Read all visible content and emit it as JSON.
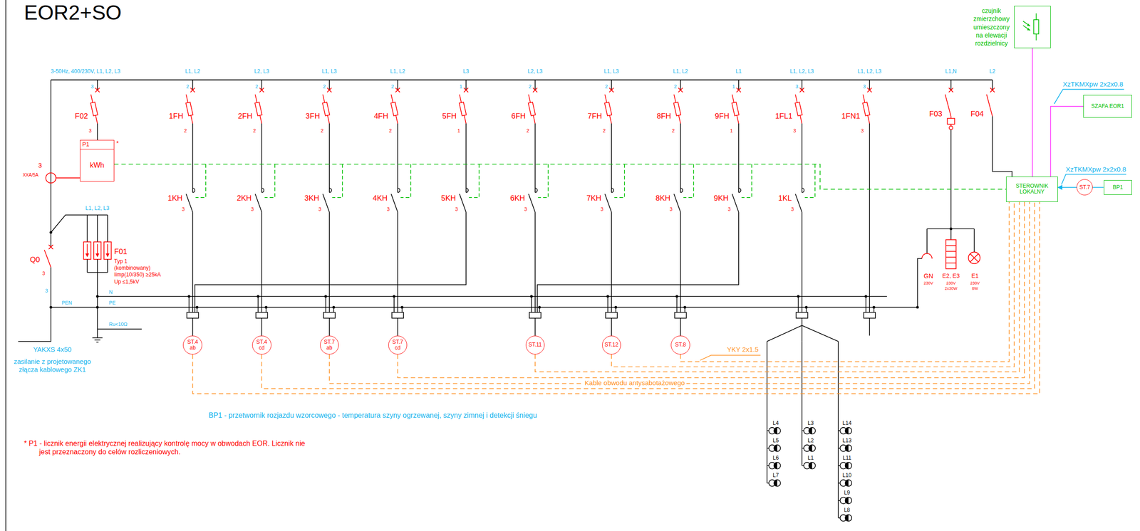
{
  "diagram": {
    "title": "EOR2+SO",
    "nodes": [
      {
        "text": [
          "P1",
          "kWh"
        ]
      },
      {
        "text": [
          "czujnik zmierzchowy umieszczony na elewacji rozdzielnicy"
        ]
      },
      {
        "text": [
          "SZAFA EOR1"
        ]
      },
      {
        "text": [
          "STEROWNIK LOKALNY"
        ]
      },
      {
        "text": [
          "ST.7"
        ]
      },
      {
        "text": [
          "BP1"
        ]
      },
      {
        "text": [
          "ST.4",
          "ab"
        ]
      },
      {
        "text": [
          "ST.4",
          "cd"
        ]
      },
      {
        "text": [
          "ST.7",
          "ab"
        ]
      },
      {
        "text": [
          "ST.7",
          "cd"
        ]
      },
      {
        "text": [
          "ST.11"
        ]
      },
      {
        "text": [
          "ST.12"
        ]
      },
      {
        "text": [
          "ST.8"
        ]
      }
    ],
    "edges": [
      {
        "from": 0,
        "to": 3,
        "arrow": "none"
      },
      {
        "from": 1,
        "to": 3,
        "arrow": "none"
      },
      {
        "from": 2,
        "to": 3,
        "arrow": "none"
      },
      {
        "from": 5,
        "to": 4,
        "arrow": "none"
      },
      {
        "from": 4,
        "to": 3,
        "arrow": "to"
      },
      {
        "from": 6,
        "to": 3,
        "arrow": "none"
      },
      {
        "from": 7,
        "to": 3,
        "arrow": "none"
      },
      {
        "from": 8,
        "to": 3,
        "arrow": "none"
      },
      {
        "from": 9,
        "to": 3,
        "arrow": "none"
      },
      {
        "from": 10,
        "to": 3,
        "arrow": "none"
      },
      {
        "from": 11,
        "to": 3,
        "arrow": "none"
      },
      {
        "from": 12,
        "to": 3,
        "arrow": "none"
      }
    ],
    "labels": [
      "3-50Hz, 400/230V, L1, L2, L3",
      "L1, L2",
      "L2, L3",
      "L1, L3",
      "L1, L2",
      "L3",
      "L2, L3",
      "L1, L3",
      "L1, L2",
      "L1",
      "L1, L2, L3",
      "L1, L2, L3",
      "L1,N",
      "L2",
      "3",
      "F02",
      "3",
      "2",
      "1FH",
      "2",
      "2",
      "2FH",
      "2",
      "2",
      "3FH",
      "2",
      "2",
      "4FH",
      "2",
      "1",
      "5FH",
      "1",
      "2",
      "6FH",
      "2",
      "2",
      "7FH",
      "2",
      "2",
      "8FH",
      "2",
      "1",
      "9FH",
      "1",
      "3",
      "1FL1",
      "3",
      "3",
      "1FN1",
      "3",
      "1KH",
      "3",
      "2KH",
      "3",
      "3KH",
      "3",
      "4KH",
      "3",
      "5KH",
      "3",
      "6KH",
      "3",
      "7KH",
      "3",
      "8KH",
      "3",
      "9KH",
      "3",
      "1KL",
      "3",
      "F03",
      "F04",
      "3",
      "XXA/5A",
      "*",
      "L1, L2, L3",
      "F01",
      "Typ 1",
      "(kombinowany)",
      "Iimp(10/350) ≥25kA",
      "Up ≤1,5kV",
      "Q0",
      "3",
      "3",
      "PEN",
      "N",
      "PE",
      "Ru<10Ω",
      "YAKXS 4x50",
      "zasilanie z projetowanego złącza kablowego ZK1",
      "GN",
      "230V",
      "E2, E3",
      "230V",
      "2x30W",
      "E1",
      "230V",
      "8W",
      "L4",
      "L5",
      "L6",
      "L7",
      "L3",
      "L2",
      "L1",
      "L14",
      "L13",
      "L11",
      "L10",
      "L9",
      "L8",
      "YKY 2x1.5",
      "Kable obwodu antysabotażowego",
      "XzTKMXpw 2x2x0.8",
      "XzTKMXpw 2x2x0.8",
      "BP1 - przetwornik rozjazdu wzorcowego - temperatura szyny ogrzewanej, szyny zimnej i detekcji śniegu",
      "* P1 - licznik energii elektrycznej realizujący kontrolę mocy w obwodach EOR. Licznik nie jest przeznaczony do celów rozliczeniowych."
    ]
  }
}
